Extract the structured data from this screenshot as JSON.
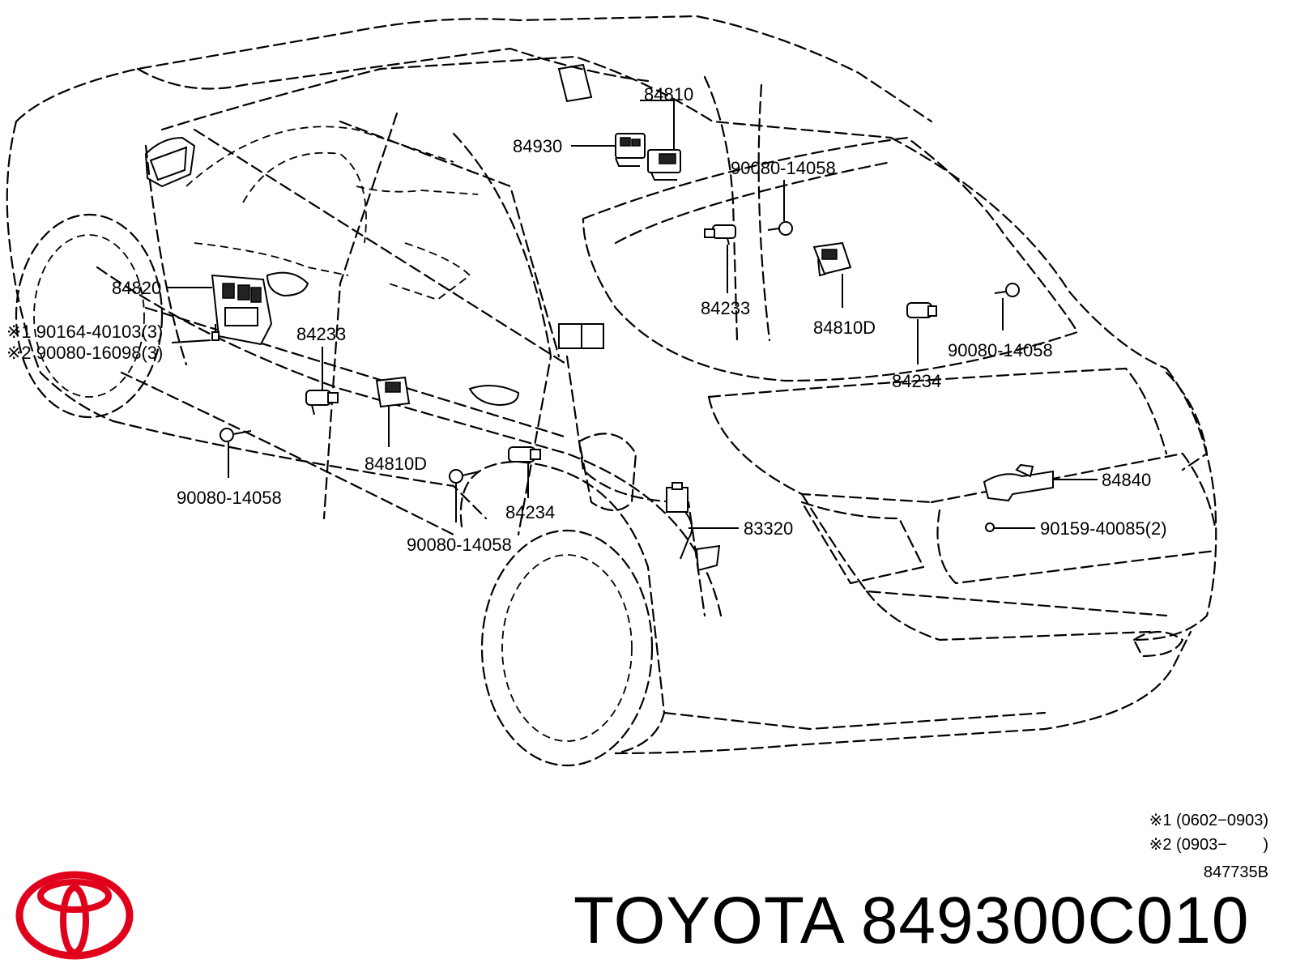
{
  "callouts": {
    "c84810": "84810",
    "c84930": "84930",
    "c90080_top": "90080-14058",
    "c84820": "84820",
    "c90164": "※1  90164-40103(3)",
    "c90080_16098": "※2  90080-16098(3)",
    "c84233_left": "84233",
    "c84233_right": "84233",
    "c84810D_right": "84810D",
    "c90080_right": "90080-14058",
    "c84234_right": "84234",
    "c84810D_left": "84810D",
    "c90080_left": "90080-14058",
    "c84234_mid": "84234",
    "c90080_mid": "90080-14058",
    "c83320": "83320",
    "c84840": "84840",
    "c90159": "90159-40085(2)"
  },
  "notes": {
    "note1": "※1 (0602−0903)",
    "note2": "※2 (0903−        )",
    "diagram_code": "847735B"
  },
  "brand": {
    "title": "TOYOTA 849300C010",
    "logo_color": "#e0001b"
  }
}
